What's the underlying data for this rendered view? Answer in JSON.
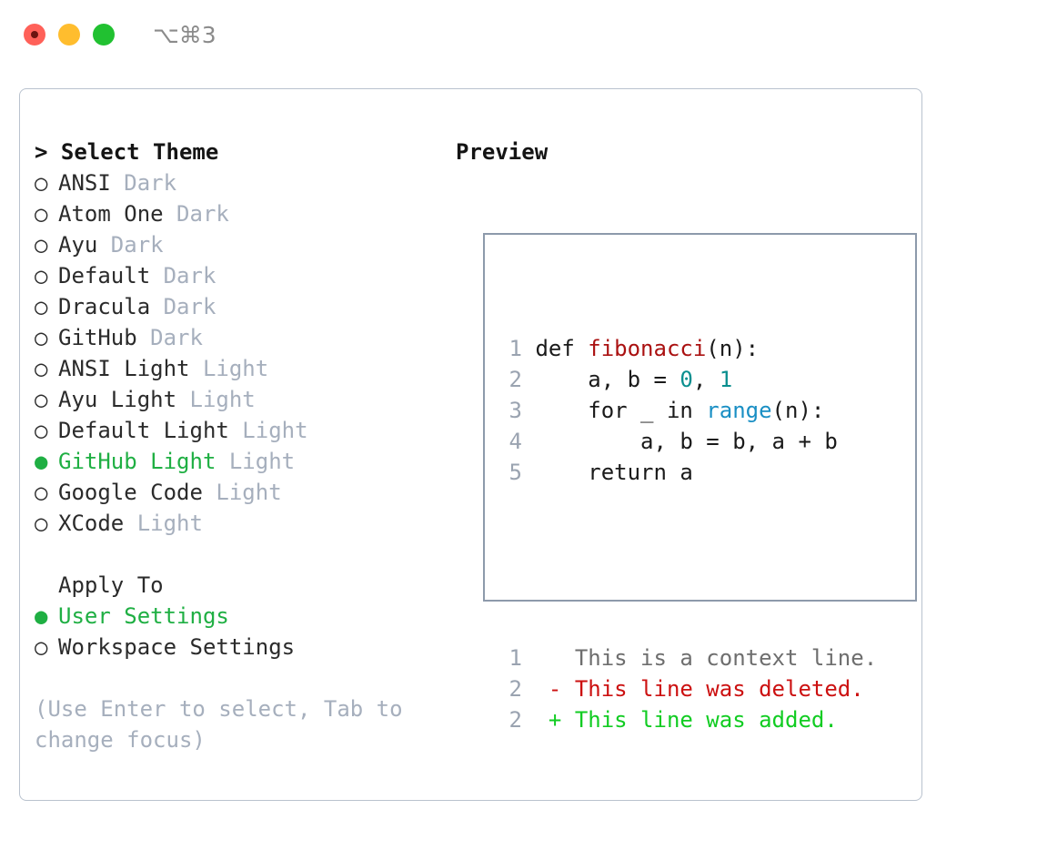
{
  "titlebar": {
    "shortcut": "⌥⌘3",
    "dots": [
      "close-red",
      "minimize-yellow",
      "maximize-green"
    ]
  },
  "colors": {
    "accent_green": "#1faf43",
    "muted": "#a6afbd",
    "border": "#b9c2ce",
    "preview_border": "#8d9aab",
    "diff_add": "#11cc22",
    "diff_del": "#cc1111",
    "syntax_func": "#aa1111",
    "syntax_num": "#0a8f8f",
    "syntax_call": "#1a8fc4"
  },
  "theme_list": {
    "heading": "> Select Theme",
    "items": [
      {
        "bullet": "○",
        "name": "ANSI",
        "variant": "Dark",
        "selected": false
      },
      {
        "bullet": "○",
        "name": "Atom One",
        "variant": "Dark",
        "selected": false
      },
      {
        "bullet": "○",
        "name": "Ayu",
        "variant": "Dark",
        "selected": false
      },
      {
        "bullet": "○",
        "name": "Default",
        "variant": "Dark",
        "selected": false
      },
      {
        "bullet": "○",
        "name": "Dracula",
        "variant": "Dark",
        "selected": false
      },
      {
        "bullet": "○",
        "name": "GitHub",
        "variant": "Dark",
        "selected": false
      },
      {
        "bullet": "○",
        "name": "ANSI Light",
        "variant": "Light",
        "selected": false
      },
      {
        "bullet": "○",
        "name": "Ayu Light",
        "variant": "Light",
        "selected": false
      },
      {
        "bullet": "○",
        "name": "Default Light",
        "variant": "Light",
        "selected": false
      },
      {
        "bullet": "●",
        "name": "GitHub Light",
        "variant": "Light",
        "selected": true
      },
      {
        "bullet": "○",
        "name": "Google Code",
        "variant": "Light",
        "selected": false
      },
      {
        "bullet": "○",
        "name": "XCode",
        "variant": "Light",
        "selected": false
      }
    ]
  },
  "apply_to": {
    "heading": "Apply To",
    "items": [
      {
        "bullet": "●",
        "name": "User Settings",
        "selected": true
      },
      {
        "bullet": "○",
        "name": "Workspace Settings",
        "selected": false
      }
    ]
  },
  "hint": "(Use Enter to select, Tab to change focus)",
  "preview": {
    "heading": "Preview",
    "code_lines": [
      {
        "num": "1",
        "tokens": [
          {
            "t": "def ",
            "c": "plain"
          },
          {
            "t": "fibonacci",
            "c": "func"
          },
          {
            "t": "(n):",
            "c": "plain"
          }
        ]
      },
      {
        "num": "2",
        "tokens": [
          {
            "t": "    a, b = ",
            "c": "plain"
          },
          {
            "t": "0",
            "c": "num"
          },
          {
            "t": ", ",
            "c": "plain"
          },
          {
            "t": "1",
            "c": "num"
          }
        ]
      },
      {
        "num": "3",
        "tokens": [
          {
            "t": "    for _ in ",
            "c": "plain"
          },
          {
            "t": "range",
            "c": "call"
          },
          {
            "t": "(n):",
            "c": "plain"
          }
        ]
      },
      {
        "num": "4",
        "tokens": [
          {
            "t": "        a, b = b, a + b",
            "c": "plain"
          }
        ]
      },
      {
        "num": "5",
        "tokens": [
          {
            "t": "    return a",
            "c": "plain"
          }
        ]
      }
    ],
    "diff_lines": [
      {
        "num": "1",
        "marker": "  ",
        "text": "This is a context line.",
        "kind": "ctx"
      },
      {
        "num": "2",
        "marker": "- ",
        "text": "This line was deleted.",
        "kind": "del"
      },
      {
        "num": "2",
        "marker": "+ ",
        "text": "This line was added.",
        "kind": "add"
      }
    ]
  }
}
